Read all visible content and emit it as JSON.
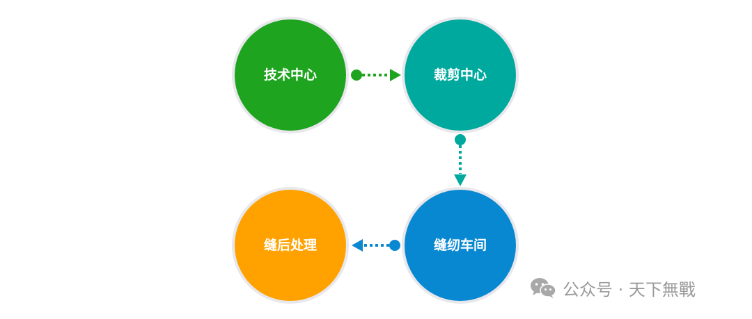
{
  "nodes": [
    {
      "id": "tech",
      "label": "技术中心",
      "color": "#1FA41F"
    },
    {
      "id": "cut",
      "label": "裁剪中心",
      "color": "#00A99D"
    },
    {
      "id": "sew",
      "label": "缝纫车间",
      "color": "#0988D2"
    },
    {
      "id": "post",
      "label": "缝后处理",
      "color": "#FFA200"
    }
  ],
  "edges": [
    {
      "from": "技术中心",
      "to": "裁剪中心",
      "color": "#1FA41F",
      "style": "dotted-arrow"
    },
    {
      "from": "裁剪中心",
      "to": "缝纫车间",
      "color": "#00A99D",
      "style": "dotted-arrow"
    },
    {
      "from": "缝纫车间",
      "to": "缝后处理",
      "color": "#0988D2",
      "style": "dotted-arrow"
    }
  ],
  "watermark": {
    "icon": "wechat-icon",
    "text": "公众号 · 天下無戰"
  },
  "colors": {
    "node_outline": "#E8E8EC",
    "watermark_text": "#9A9A9A"
  }
}
